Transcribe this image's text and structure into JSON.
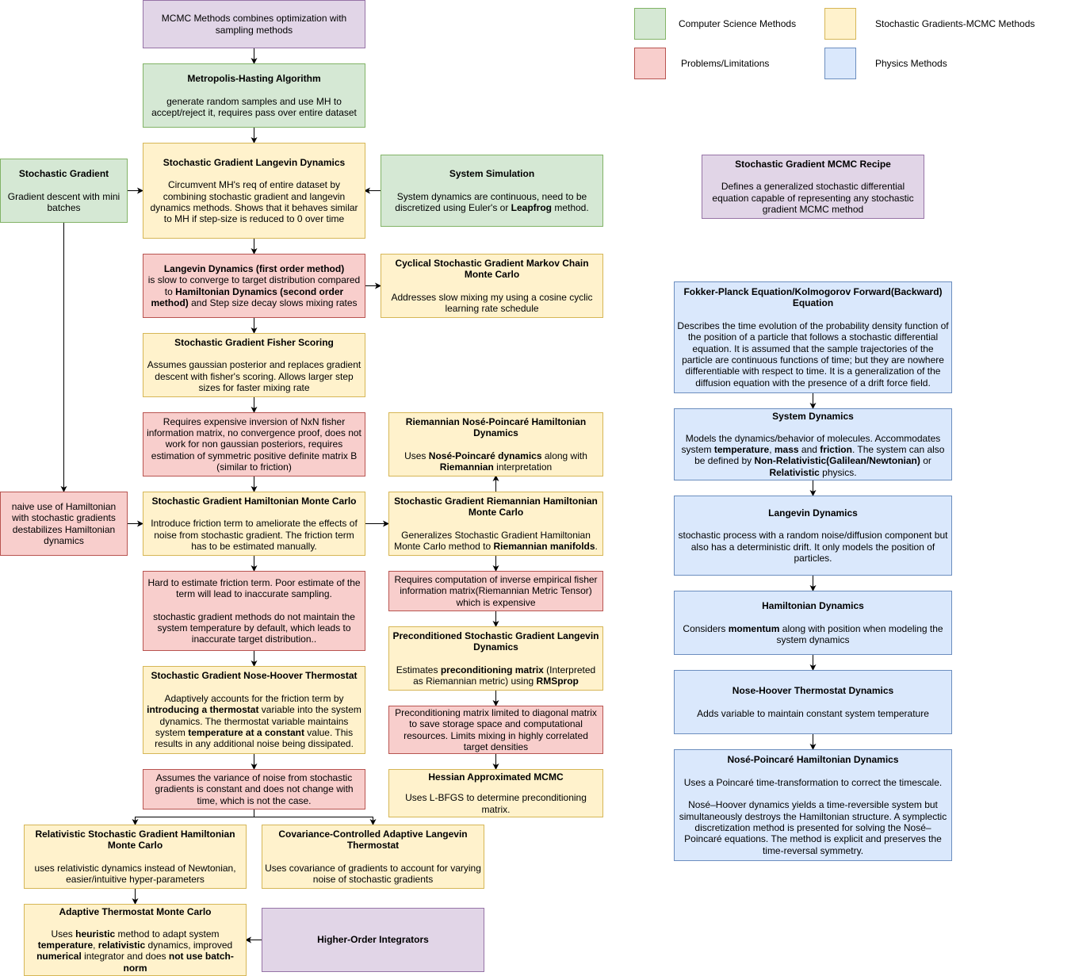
{
  "legend": [
    {
      "label": "Computer Science Methods",
      "color": "#d5e8d4"
    },
    {
      "label": "Stochastic Gradients-MCMC Methods",
      "color": "#fff2cc"
    },
    {
      "label": "Problems/Limitations",
      "color": "#f8cecc"
    },
    {
      "label": "Physics Methods",
      "color": "#dae8fc"
    }
  ],
  "nodes": {
    "mcmc_intro": {
      "text": "MCMC Methods combines optimization with sampling methods"
    },
    "metropolis": {
      "title": "Metropolis-Hasting Algorithm",
      "desc": "generate random samples and use MH to accept/reject it, requires pass over entire dataset"
    },
    "sgld": {
      "title": "Stochastic Gradient Langevin Dynamics",
      "desc": "Circumvent MH's req of entire dataset by combining stochastic gradient and langevin dynamics methods. Shows that it behaves similar to MH if step-size is reduced to 0 over time"
    },
    "stochastic_gradient": {
      "title": "Stochastic Gradient",
      "desc": "Gradient descent with mini batches"
    },
    "system_simulation": {
      "title": "System Simulation",
      "desc_a": "System dynamics are continuous, need to be discretized using Euler's or ",
      "desc_b": "Leapfrog",
      "desc_c": " method."
    },
    "langevin_problem": {
      "title": "Langevin Dynamics (first order method)",
      "desc_a": " is slow to converge to target distribution compared to ",
      "desc_b": "Hamiltonian Dynamics (second order method)",
      "desc_c": " and Step size decay slows mixing rates"
    },
    "cyclical": {
      "title": "Cyclical Stochastic Gradient Markov Chain Monte Carlo",
      "desc": "Addresses slow mixing my using a cosine cyclic learning rate schedule"
    },
    "fisher_scoring": {
      "title": "Stochastic Gradient Fisher Scoring",
      "desc": "Assumes gaussian posterior and replaces gradient descent with fisher's scoring. Allows larger step sizes for faster mixing rate"
    },
    "fisher_problem": {
      "text": "Requires expensive inversion of NxN fisher information matrix, no convergence proof, does not work for non gaussian posteriors, requires estimation of symmetric positive definite matrix B (similar to friction)"
    },
    "riemannian_nose": {
      "title": "Riemannian Nosé-Poincaré Hamiltonian Dynamics",
      "desc_a": "Uses  ",
      "desc_b": "Nosé-Poincaré dynamics",
      "desc_c": " along with ",
      "desc_d": "Riemannian",
      "desc_e": " interpretation"
    },
    "naive_hamiltonian": {
      "text": "naive use of  Hamiltonian with stochastic gradients destabilizes Hamiltonian dynamics"
    },
    "sghmc": {
      "title": "Stochastic Gradient Hamiltonian Monte Carlo",
      "desc": "Introduce friction term to ameliorate the effects of noise from stochastic gradient.  The friction term has to be estimated manually."
    },
    "sgrhmc": {
      "title": "Stochastic Gradient Riemannian Hamiltonian Monte Carlo",
      "desc_a": "Generalizes Stochastic Gradient Hamiltonian Monte Carlo method to ",
      "desc_b": "Riemannian manifolds",
      "desc_c": "."
    },
    "friction_problem": {
      "line1": "Hard to estimate friction term. Poor estimate of the term will lead to inaccurate sampling.",
      "line2": "stochastic gradient methods do not maintain the system temperature by default, which leads to inaccurate target distribution.."
    },
    "fisher_metric_problem": {
      "text": "Requires computation of inverse empirical fisher information matrix(Riemannian Metric Tensor) which is expensive"
    },
    "psgld": {
      "title": "Preconditioned Stochastic Gradient Langevin Dynamics",
      "desc_a": "Estimates ",
      "desc_b": "preconditioning matrix",
      "desc_c": " (Interpreted as Riemannian metric) using ",
      "desc_d": "RMSprop"
    },
    "nose_hoover_sg": {
      "title": "Stochastic Gradient Nose-Hoover Thermostat",
      "desc_a": "Adaptively accounts for the friction term by ",
      "desc_b": "introducing a thermostat",
      "desc_c": " variable into the system dynamics. The thermostat variable maintains system ",
      "desc_d": "temperature at a constant",
      "desc_e": " value. This results in any additional noise being dissipated."
    },
    "precond_problem": {
      "text": "Preconditioning matrix limited to diagonal matrix to save storage space and computational resources.  Limits mixing in highly correlated target densities"
    },
    "variance_problem": {
      "text": "Assumes the variance of noise from stochastic gradients is constant and does not change with time, which is not the case."
    },
    "hessian": {
      "title": "Hessian Approximated MCMC",
      "desc": "Uses L-BFGS to determine preconditioning matrix."
    },
    "relativistic": {
      "title": "Relativistic Stochastic Gradient Hamiltonian Monte Carlo",
      "desc": "uses relativistic dynamics instead of Newtonian, easier/intuitive hyper-parameters"
    },
    "covariance": {
      "title": "Covariance-Controlled Adaptive Langevin Thermostat",
      "desc": "Uses covariance of gradients to account for varying noise of stochastic gradients"
    },
    "adaptive": {
      "title": "Adaptive Thermostat Monte Carlo",
      "desc_a": "Uses ",
      "desc_b": "heuristic",
      "desc_c": " method to adapt system ",
      "desc_d": "temperature",
      "desc_e": ", ",
      "desc_f": "relativistic",
      "desc_g": " dynamics, improved ",
      "desc_h": "numerical",
      "desc_i": " integrator and does ",
      "desc_j": "not use batch-norm"
    },
    "higher_order": {
      "title": "Higher-Order Integrators"
    },
    "recipe": {
      "title": "Stochastic Gradient MCMC Recipe",
      "desc": "Defines a generalized stochastic differential equation capable of representing any stochastic gradient MCMC method"
    },
    "fokker": {
      "title": "Fokker-Planck Equation/Kolmogorov Forward(Backward) Equation",
      "desc": "Describes the time evolution of the probability density function of the position of a particle that follows a stochastic differential equation. It is assumed that the sample trajectories of the particle are continuous functions of time; but they are nowhere differentiable with respect to time. It is a generalization of the diffusion equation with the presence of a drift force field."
    },
    "system_dynamics": {
      "title": "System Dynamics",
      "desc_a": "Models the dynamics/behavior of molecules. Accommodates system ",
      "desc_b": "temperature",
      "desc_c": ", ",
      "desc_d": "mass",
      "desc_e": " and ",
      "desc_f": "friction",
      "desc_g": ". The system can also be defined by ",
      "desc_h": "Non-Relativistic(Galilean/Newtonian)",
      "desc_i": " or ",
      "desc_j": "Relativistic",
      "desc_k": " physics."
    },
    "langevin": {
      "title": "Langevin Dynamics",
      "desc": "stochastic process with a random  noise/diffusion component but also has a deterministic drift. It only models the position of particles."
    },
    "hamiltonian": {
      "title": "Hamiltonian Dynamics",
      "desc_a": "Considers ",
      "desc_b": "momentum",
      "desc_c": " along with position when modeling the system dynamics"
    },
    "nose_hoover": {
      "title": "Nose-Hoover Thermostat Dynamics",
      "desc": "Adds variable to maintain constant system temperature"
    },
    "nose_poincare": {
      "title": "Nosé-Poincaré Hamiltonian Dynamics",
      "desc1": "Uses a Poincaré time-transformation to correct the timescale.",
      "desc2": "Nosé–Hoover dynamics yields a time-reversible system but simultaneously destroys the Hamiltonian structure. A symplectic discretization method is presented for solving the Nosé–Poincaré equations. The method is explicit and preserves the time-reversal symmetry."
    }
  }
}
